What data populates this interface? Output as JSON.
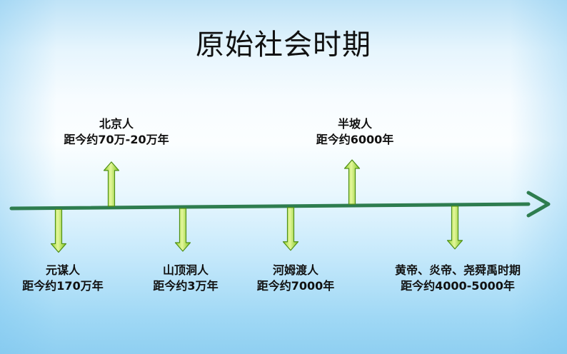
{
  "title": "原始社会时期",
  "events": [
    {
      "name": "元谋人",
      "time": "距今约170万年",
      "side": "below"
    },
    {
      "name": "北京人",
      "time": "距今约70万-20万年",
      "side": "above"
    },
    {
      "name": "山顶洞人",
      "time": "距今约3万年",
      "side": "below"
    },
    {
      "name": "河姆渡人",
      "time": "距今约7000年",
      "side": "below"
    },
    {
      "name": "半坡人",
      "time": "距今约6000年",
      "side": "above"
    },
    {
      "name": "黄帝、炎帝、尧舜禹时期",
      "time": "距今约4000-5000年",
      "side": "below"
    }
  ],
  "colors": {
    "axis": "#2e7d4f",
    "arrow_fill_light": "#d6f07a",
    "arrow_fill_dark": "#7cc21e",
    "arrow_stroke": "#4f8f16"
  }
}
